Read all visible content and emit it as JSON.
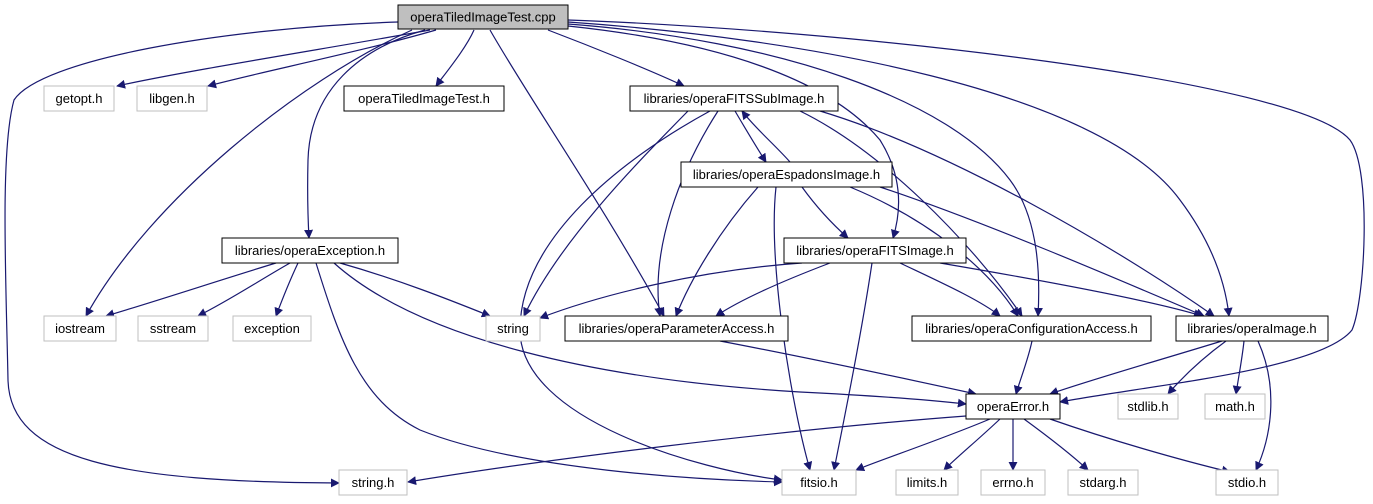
{
  "diagram": {
    "title": "",
    "colors": {
      "edge": "#191970",
      "root_fill": "#bfbfbf",
      "documented_border": "#000000",
      "external_border": "#bfbfbf",
      "text": "#000000"
    },
    "nodes": [
      {
        "id": "root",
        "label": "operaTiledImageTest.cpp",
        "kind": "root"
      },
      {
        "id": "getopt",
        "label": "getopt.h",
        "kind": "external"
      },
      {
        "id": "libgen",
        "label": "libgen.h",
        "kind": "external"
      },
      {
        "id": "tiledh",
        "label": "operaTiledImageTest.h",
        "kind": "documented"
      },
      {
        "id": "subimage",
        "label": "libraries/operaFITSSubImage.h",
        "kind": "documented"
      },
      {
        "id": "espadons",
        "label": "libraries/operaEspadonsImage.h",
        "kind": "documented"
      },
      {
        "id": "exception",
        "label": "libraries/operaException.h",
        "kind": "documented"
      },
      {
        "id": "fitsimage",
        "label": "libraries/operaFITSImage.h",
        "kind": "documented"
      },
      {
        "id": "iostream",
        "label": "iostream",
        "kind": "external"
      },
      {
        "id": "sstream",
        "label": "sstream",
        "kind": "external"
      },
      {
        "id": "exc",
        "label": "exception",
        "kind": "external"
      },
      {
        "id": "string",
        "label": "string",
        "kind": "external"
      },
      {
        "id": "param",
        "label": "libraries/operaParameterAccess.h",
        "kind": "documented"
      },
      {
        "id": "config",
        "label": "libraries/operaConfigurationAccess.h",
        "kind": "documented"
      },
      {
        "id": "image",
        "label": "libraries/operaImage.h",
        "kind": "documented"
      },
      {
        "id": "error",
        "label": "operaError.h",
        "kind": "documented"
      },
      {
        "id": "stdlib",
        "label": "stdlib.h",
        "kind": "external"
      },
      {
        "id": "math",
        "label": "math.h",
        "kind": "external"
      },
      {
        "id": "stringh",
        "label": "string.h",
        "kind": "external"
      },
      {
        "id": "fitsio",
        "label": "fitsio.h",
        "kind": "external"
      },
      {
        "id": "limits",
        "label": "limits.h",
        "kind": "external"
      },
      {
        "id": "errno",
        "label": "errno.h",
        "kind": "external"
      },
      {
        "id": "stdarg",
        "label": "stdarg.h",
        "kind": "external"
      },
      {
        "id": "stdio",
        "label": "stdio.h",
        "kind": "external"
      }
    ],
    "edges": [
      [
        "root",
        "getopt"
      ],
      [
        "root",
        "libgen"
      ],
      [
        "root",
        "tiledh"
      ],
      [
        "root",
        "subimage"
      ],
      [
        "root",
        "exception"
      ],
      [
        "root",
        "iostream"
      ],
      [
        "root",
        "stringh"
      ],
      [
        "root",
        "param"
      ],
      [
        "root",
        "fitsimage"
      ],
      [
        "root",
        "config"
      ],
      [
        "root",
        "image"
      ],
      [
        "root",
        "error"
      ],
      [
        "subimage",
        "espadons"
      ],
      [
        "espadons",
        "subimage"
      ],
      [
        "subimage",
        "string"
      ],
      [
        "subimage",
        "fitsio"
      ],
      [
        "subimage",
        "param"
      ],
      [
        "subimage",
        "config"
      ],
      [
        "subimage",
        "image"
      ],
      [
        "espadons",
        "fitsimage"
      ],
      [
        "espadons",
        "param"
      ],
      [
        "espadons",
        "fitsio"
      ],
      [
        "espadons",
        "config"
      ],
      [
        "espadons",
        "image"
      ],
      [
        "exception",
        "iostream"
      ],
      [
        "exception",
        "sstream"
      ],
      [
        "exception",
        "exc"
      ],
      [
        "exception",
        "string"
      ],
      [
        "exception",
        "error"
      ],
      [
        "exception",
        "fitsio"
      ],
      [
        "fitsimage",
        "string"
      ],
      [
        "fitsimage",
        "param"
      ],
      [
        "fitsimage",
        "config"
      ],
      [
        "fitsimage",
        "image"
      ],
      [
        "fitsimage",
        "fitsio"
      ],
      [
        "param",
        "error"
      ],
      [
        "config",
        "error"
      ],
      [
        "image",
        "error"
      ],
      [
        "image",
        "stdlib"
      ],
      [
        "image",
        "math"
      ],
      [
        "image",
        "stdio"
      ],
      [
        "error",
        "stringh"
      ],
      [
        "error",
        "fitsio"
      ],
      [
        "error",
        "limits"
      ],
      [
        "error",
        "errno"
      ],
      [
        "error",
        "stdarg"
      ],
      [
        "error",
        "stdio"
      ]
    ]
  }
}
